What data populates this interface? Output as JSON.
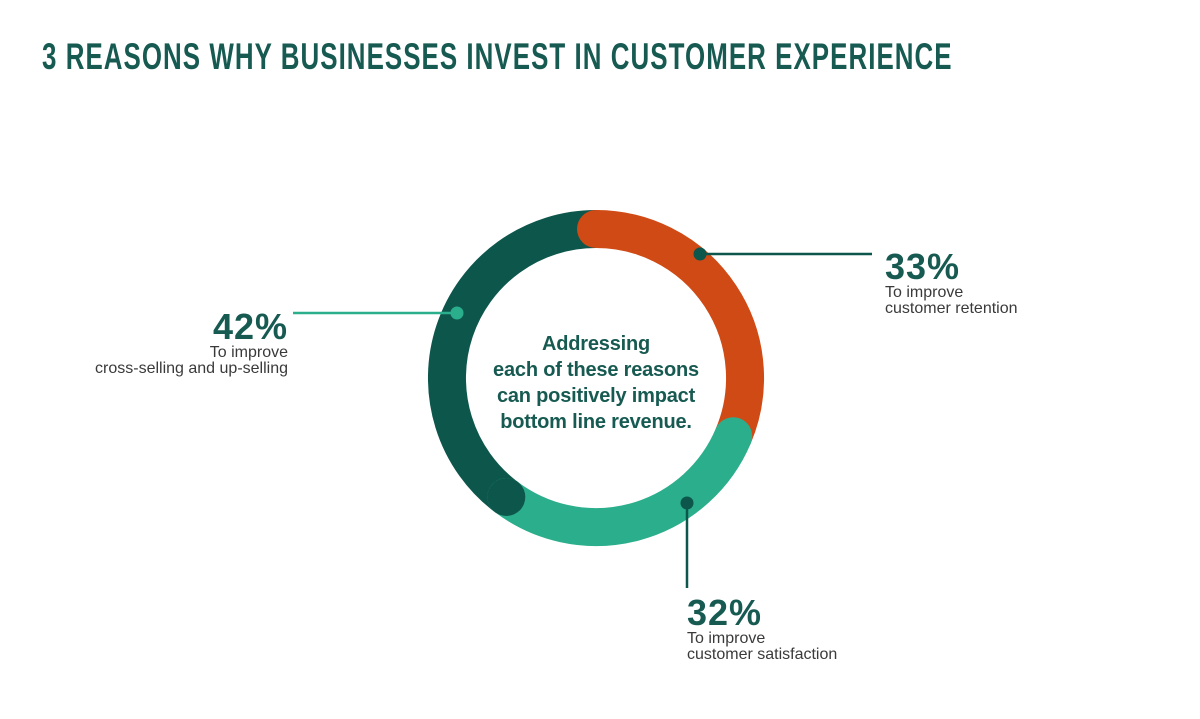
{
  "title": "3 REASONS WHY BUSINESSES INVEST IN CUSTOMER EXPERIENCE",
  "colors": {
    "dark_teal": "#0D564C",
    "orange": "#D04A15",
    "mint": "#2BAE8C",
    "heading_teal": "#175A51",
    "text_gray": "#3A3A3A",
    "background": "#FFFFFF"
  },
  "donut": {
    "center_text": {
      "line1": "Addressing",
      "line2": "each of these reasons",
      "line3": "can positively impact",
      "line4": "bottom line revenue."
    }
  },
  "callouts": {
    "cross_selling": {
      "pct": "42%",
      "desc_line1": "To improve",
      "desc_line2": "cross-selling and up-selling"
    },
    "retention": {
      "pct": "33%",
      "desc_line1": "To improve",
      "desc_line2": "customer retention"
    },
    "satisfaction": {
      "pct": "32%",
      "desc_line1": "To improve",
      "desc_line2": "customer satisfaction"
    }
  },
  "chart_data": {
    "type": "pie",
    "variant": "donut",
    "title": "3 REASONS WHY BUSINESSES INVEST IN CUSTOMER EXPERIENCE",
    "categories": [
      "To improve customer retention",
      "To improve customer satisfaction",
      "To improve cross-selling and up-selling"
    ],
    "values": [
      33,
      32,
      42
    ],
    "colors": [
      "#D04A15",
      "#2BAE8C",
      "#0D564C"
    ],
    "center_annotation": "Addressing each of these reasons can positively impact bottom line revenue.",
    "start_angle_deg": 0,
    "direction": "clockwise",
    "legend_position": "callouts"
  }
}
